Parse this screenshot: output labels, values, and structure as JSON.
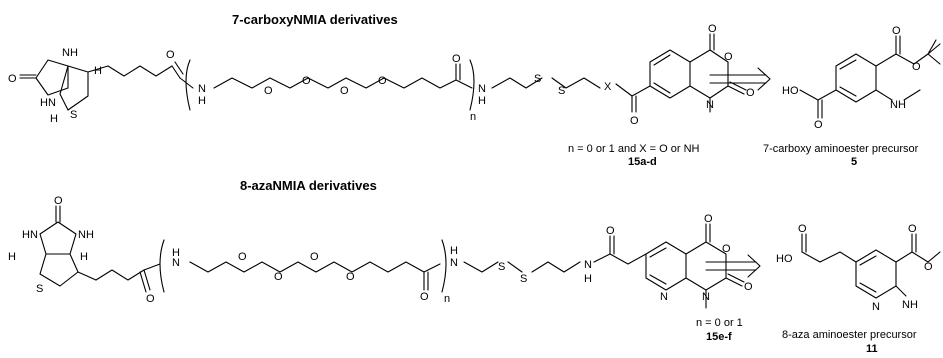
{
  "sections": {
    "top": {
      "title": "7-carboxyNMIA derivatives"
    },
    "bottom": {
      "title": "8-azaNMIA derivatives"
    }
  },
  "compounds": {
    "c15ad": {
      "caption": "n = 0 or 1 and X = O or NH",
      "number": "15a-d"
    },
    "c5": {
      "caption": "7-carboxy aminoester precursor",
      "number": "5"
    },
    "c15ef": {
      "caption": "n = 0 or 1",
      "number": "15e-f"
    },
    "c11": {
      "caption": "8-aza aminoester precursor",
      "number": "11"
    }
  },
  "atoms": {
    "O": "O",
    "N": "N",
    "S": "S",
    "H": "H",
    "X": "X",
    "NH": "NH",
    "HN": "HN",
    "HO": "HO",
    "n": "n"
  }
}
